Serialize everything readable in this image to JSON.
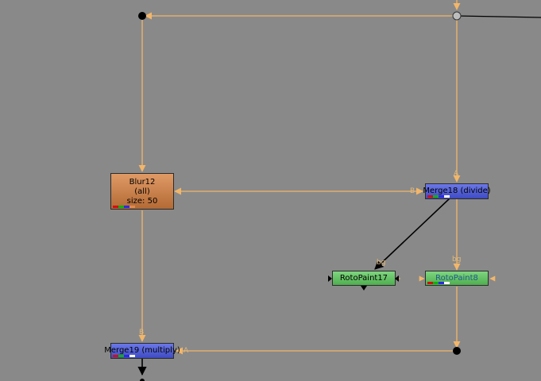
{
  "colors": {
    "background": "#898989",
    "pipe": "#f2b66a",
    "mask_pipe": "#000000"
  },
  "nodes": {
    "blur": {
      "name": "Blur12",
      "channels": "(all)",
      "size": "size: 50"
    },
    "merge_divide": {
      "label": "Merge18 (divide)",
      "input_a": "A",
      "input_b": "B"
    },
    "roto17": {
      "label": "RotoPaint17",
      "input_bg": "bg"
    },
    "roto8": {
      "label": "RotoPaint8",
      "input_bg": "bg"
    },
    "merge_multiply": {
      "label": "Merge19 (multiply)",
      "input_a": "A",
      "input_b": "B"
    }
  },
  "channel_colors": [
    "#d01010",
    "#10b010",
    "#2a2ae0",
    "#ffffff"
  ]
}
